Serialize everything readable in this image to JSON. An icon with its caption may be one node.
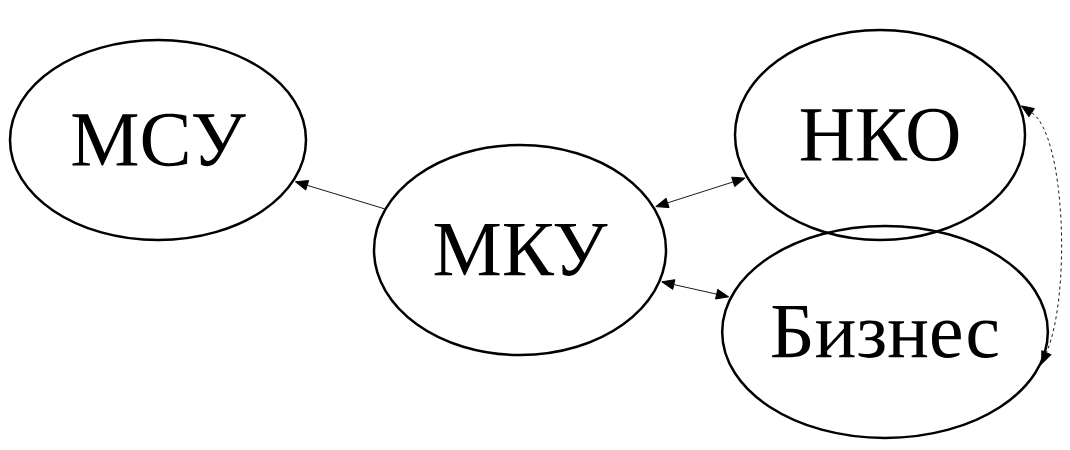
{
  "diagram": {
    "nodes": [
      {
        "text": [
          "МСУ"
        ]
      },
      {
        "text": [
          "МКУ"
        ]
      },
      {
        "text": [
          "НКО"
        ]
      },
      {
        "text": [
          "Бизнес"
        ]
      }
    ],
    "edges": [
      {
        "from": 1,
        "to": 0,
        "arrow": "to"
      },
      {
        "from": 1,
        "to": 2,
        "arrow": "both"
      },
      {
        "from": 1,
        "to": 3,
        "arrow": "both"
      },
      {
        "from": 2,
        "to": 3,
        "arrow": "both",
        "style": "dashed"
      }
    ]
  }
}
